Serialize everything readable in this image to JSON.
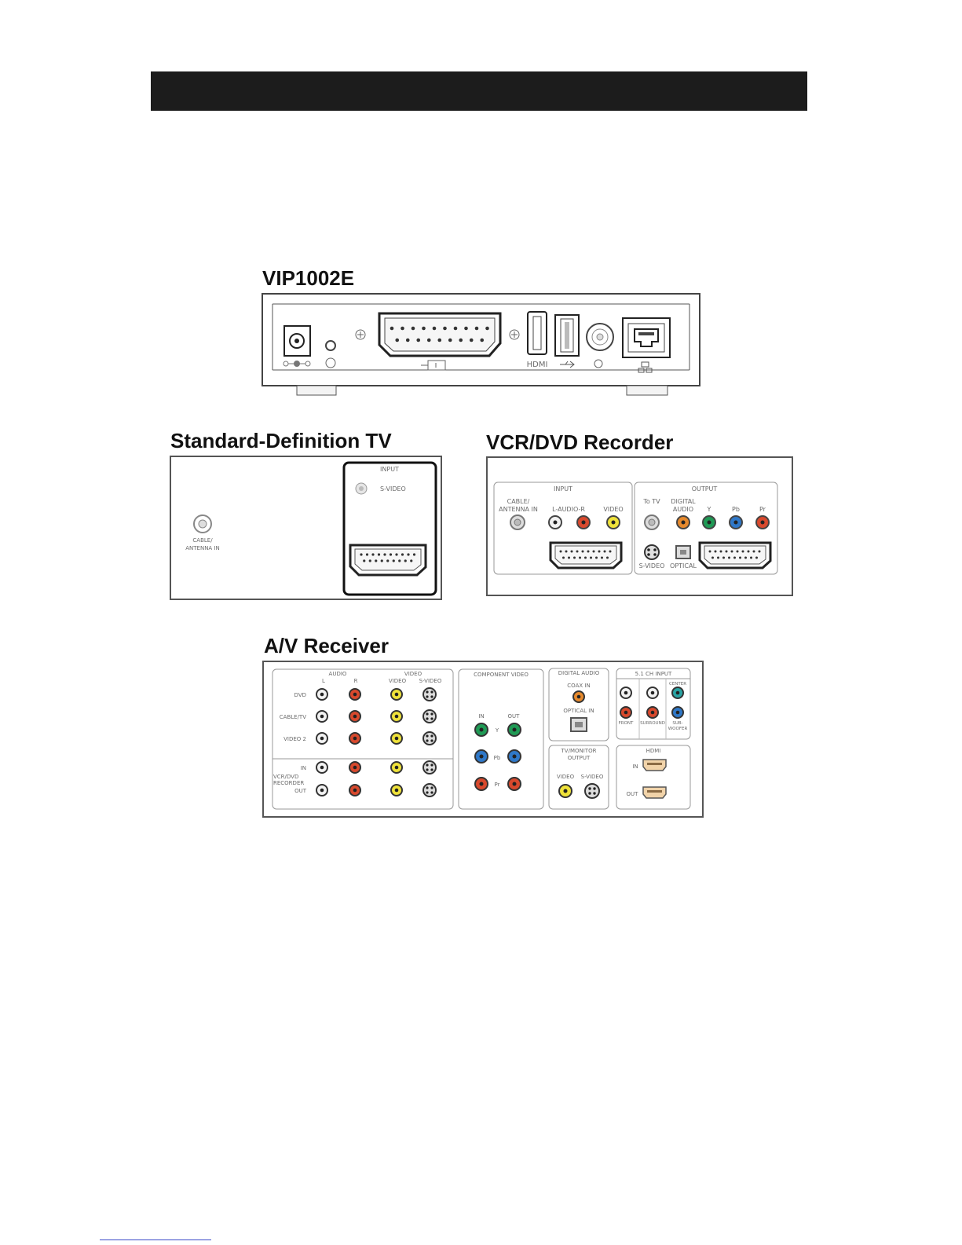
{
  "header": {
    "bar_color": "#1c1c1c"
  },
  "stb": {
    "title": "VIP1002E",
    "labels": {
      "hdmi": "HDMI"
    }
  },
  "sdtv": {
    "title": "Standard-Definition TV",
    "labels": {
      "input": "INPUT",
      "svideo": "S-VIDEO",
      "cable_line1": "CABLE/",
      "cable_line2": "ANTENNA IN"
    }
  },
  "vcr": {
    "title": "VCR/DVD Recorder",
    "labels": {
      "input": "INPUT",
      "output": "OUTPUT",
      "cable_line1": "CABLE/",
      "cable_line2": "ANTENNA IN",
      "audio": "L-AUDIO-R",
      "video": "VIDEO",
      "to_tv": "To TV",
      "digital_line1": "DIGITAL",
      "digital_line2": "AUDIO",
      "y": "Y",
      "pb": "Pb",
      "pr": "Pr",
      "svideo": "S-VIDEO",
      "optical": "OPTICAL"
    }
  },
  "avr": {
    "title": "A/V Receiver",
    "labels": {
      "audio": "AUDIO",
      "l": "L",
      "r": "R",
      "video_group": "VIDEO",
      "video": "VIDEO",
      "svideo": "S-VIDEO",
      "dvd": "DVD",
      "cable_tv": "CABLE/TV",
      "video2": "VIDEO 2",
      "in": "IN",
      "out": "OUT",
      "vcr_line1": "VCR/DVD",
      "vcr_line2": "RECORDER",
      "component_video": "COMPONENT VIDEO",
      "y": "Y",
      "pb": "Pb",
      "pr": "Pr",
      "digital_audio": "DIGITAL AUDIO",
      "coax_in": "COAX IN",
      "optical_in": "OPTICAL IN",
      "tv_monitor_line1": "TV/MONITOR",
      "tv_monitor_line2": "OUTPUT",
      "ch51_input": "5.1 CH INPUT",
      "center": "CENTER",
      "front": "FRONT",
      "surround": "SURROUND",
      "sub_line1": "SUB-",
      "sub_line2": "WOOFER",
      "hdmi": "HDMI"
    }
  },
  "colors": {
    "white_jack": "#f2f2f2",
    "red_jack": "#d8492d",
    "yellow_jack": "#efe23a",
    "green_jack": "#1f9a55",
    "blue_jack": "#2f78c8",
    "orange_jack": "#e6892c",
    "teal_jack": "#2aa4a4",
    "footer_link": "#3a49c8"
  }
}
